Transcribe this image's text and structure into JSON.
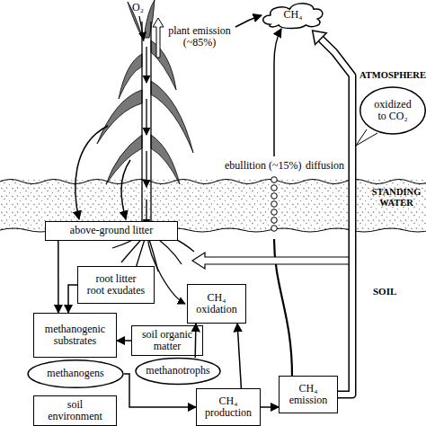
{
  "diagram": {
    "nodes": [
      {
        "text": [
          "CH₄"
        ]
      },
      {
        "text": [
          "oxidized to CO₂"
        ]
      },
      {
        "text": [
          "above-ground litter"
        ]
      },
      {
        "text": [
          "root litter root exudates"
        ]
      },
      {
        "text": [
          "CH₄ oxidation"
        ]
      },
      {
        "text": [
          "methanogenic substrates"
        ]
      },
      {
        "text": [
          "soil organic matter"
        ]
      },
      {
        "text": [
          "methanotrophs"
        ]
      },
      {
        "text": [
          "methanogens"
        ]
      },
      {
        "text": [
          "CH₄ emission"
        ]
      },
      {
        "text": [
          "CH₄ production"
        ]
      },
      {
        "text": [
          "soil environment"
        ]
      }
    ],
    "edges": [
      {
        "from": 2,
        "to": 5,
        "arrow": "to"
      },
      {
        "from": 3,
        "to": 5,
        "arrow": "to"
      },
      {
        "from": 6,
        "to": 5,
        "arrow": "to"
      },
      {
        "from": 8,
        "to": 10,
        "arrow": "to"
      },
      {
        "from": 7,
        "to": 4,
        "arrow": "to"
      },
      {
        "from": 10,
        "to": 4,
        "arrow": "to"
      },
      {
        "from": 10,
        "to": 9,
        "arrow": "to"
      },
      {
        "from": 9,
        "to": 0,
        "arrow": "to"
      }
    ],
    "labels": [
      "plant emission (~85%)",
      "O₂",
      "ATMOSPHERE",
      "ebullition (~15%)",
      "diffusion",
      "STANDING WATER",
      "SOIL"
    ]
  }
}
